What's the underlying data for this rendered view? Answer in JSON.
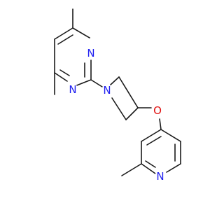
{
  "molecule": {
    "colors": {
      "bond": "#1a1a1a",
      "nitrogen": "#1f1ff0",
      "oxygen": "#e01010"
    },
    "atoms": [
      {
        "id": "N1",
        "label": "N",
        "element": "nitrogen"
      },
      {
        "id": "N2",
        "label": "N",
        "element": "nitrogen"
      },
      {
        "id": "N3",
        "label": "N",
        "element": "nitrogen"
      },
      {
        "id": "O1",
        "label": "O",
        "element": "oxygen"
      },
      {
        "id": "N4",
        "label": "N",
        "element": "nitrogen"
      }
    ]
  }
}
